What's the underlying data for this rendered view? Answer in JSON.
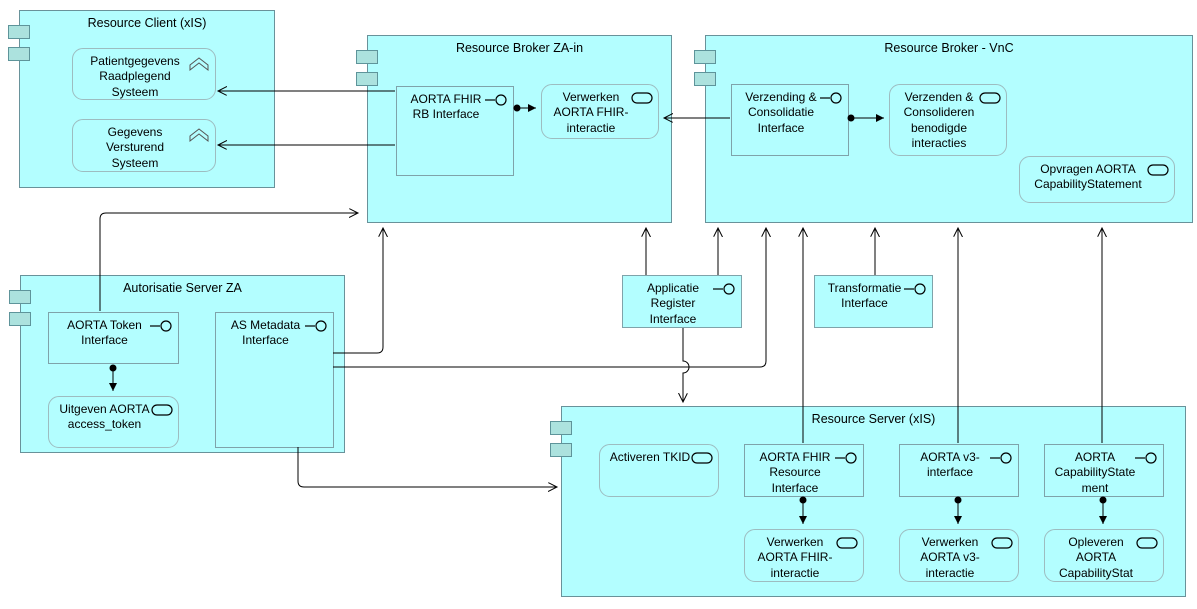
{
  "containers": {
    "resource_client": {
      "title": "Resource Client (xIS)",
      "icon": "component-icon"
    },
    "resource_broker_za_in": {
      "title": "Resource Broker ZA-in",
      "icon": "component-icon"
    },
    "resource_broker_vnc": {
      "title": "Resource Broker - VnC",
      "icon": "component-icon"
    },
    "autorisatie_server_za": {
      "title": "Autorisatie Server ZA",
      "icon": "component-icon"
    },
    "resource_server_xis": {
      "title": "Resource Server (xIS)",
      "icon": "component-icon"
    }
  },
  "nodes": {
    "patientgegevens": {
      "label": "Patientgegevens Raadplegend Systeem",
      "icon": "process-icon"
    },
    "gegevens_versturend": {
      "label": "Gegevens Versturend Systeem",
      "icon": "process-icon"
    },
    "aorta_fhir_rb_interface": {
      "label": "AORTA FHIR RB Interface",
      "icon": "interface-icon"
    },
    "verwerken_fhir_broker": {
      "label": "Verwerken AORTA FHIR-interactie",
      "icon": "service-icon"
    },
    "verzending_consolidatie": {
      "label": "Verzending & Consolidatie Interface",
      "icon": "interface-icon"
    },
    "verzenden_consolideren": {
      "label": "Verzenden & Consolideren benodigde interacties",
      "icon": "service-icon"
    },
    "opvragen_capabilitystatement": {
      "label": "Opvragen AORTA CapabilityStatement",
      "icon": "service-icon"
    },
    "aorta_token_interface": {
      "label": "AORTA Token Interface",
      "icon": "interface-icon"
    },
    "as_metadata_interface": {
      "label": "AS Metadata Interface",
      "icon": "interface-icon"
    },
    "uitgeven_access_token": {
      "label": "Uitgeven AORTA access_token",
      "icon": "service-icon"
    },
    "applicatie_register_interface": {
      "label": "Applicatie Register Interface",
      "icon": "interface-icon"
    },
    "transformatie_interface": {
      "label": "Transformatie Interface",
      "icon": "interface-icon"
    },
    "activeren_tkid": {
      "label": "Activeren TKID",
      "icon": "service-icon"
    },
    "aorta_fhir_resource_interface": {
      "label": "AORTA FHIR Resource Interface",
      "icon": "interface-icon"
    },
    "verwerken_fhir_server": {
      "label": "Verwerken AORTA FHIR-interactie",
      "icon": "service-icon"
    },
    "aorta_v3_interface": {
      "label": "AORTA v3-interface",
      "icon": "interface-icon"
    },
    "verwerken_v3": {
      "label": "Verwerken AORTA v3-interactie",
      "icon": "service-icon"
    },
    "aorta_capabilitystatement": {
      "label": "AORTA CapabilityStatement",
      "icon": "interface-icon"
    },
    "opleveren_capabilitystat": {
      "label": "Opleveren AORTA CapabilityStat",
      "icon": "service-icon"
    }
  },
  "connections": [
    {
      "from": "aorta_fhir_rb_interface",
      "to": "patientgegevens",
      "type": "serving"
    },
    {
      "from": "aorta_fhir_rb_interface",
      "to": "gegevens_versturend",
      "type": "serving"
    },
    {
      "from": "aorta_fhir_rb_interface",
      "to": "verwerken_fhir_broker",
      "type": "assignment"
    },
    {
      "from": "verzending_consolidatie",
      "to": "verwerken_fhir_broker",
      "type": "serving"
    },
    {
      "from": "verzending_consolidatie",
      "to": "verzenden_consolideren",
      "type": "assignment"
    },
    {
      "from": "aorta_token_interface",
      "to": "uitgeven_access_token",
      "type": "assignment"
    },
    {
      "from": "aorta_token_interface",
      "to": "resource_broker_za_in",
      "type": "serving"
    },
    {
      "from": "as_metadata_interface",
      "to": "resource_broker_za_in",
      "type": "serving"
    },
    {
      "from": "as_metadata_interface",
      "to": "resource_broker_vnc",
      "type": "serving"
    },
    {
      "from": "as_metadata_interface",
      "to": "resource_server_xis",
      "type": "serving"
    },
    {
      "from": "applicatie_register_interface",
      "to": "resource_broker_za_in",
      "type": "serving"
    },
    {
      "from": "applicatie_register_interface",
      "to": "resource_broker_vnc",
      "type": "serving"
    },
    {
      "from": "applicatie_register_interface",
      "to": "resource_server_xis",
      "type": "serving"
    },
    {
      "from": "aorta_fhir_resource_interface",
      "to": "resource_broker_vnc",
      "type": "serving"
    },
    {
      "from": "transformatie_interface",
      "to": "resource_broker_vnc",
      "type": "serving"
    },
    {
      "from": "aorta_v3_interface",
      "to": "resource_broker_vnc",
      "type": "serving"
    },
    {
      "from": "aorta_capabilitystatement",
      "to": "resource_broker_vnc",
      "type": "serving"
    },
    {
      "from": "aorta_fhir_resource_interface",
      "to": "verwerken_fhir_server",
      "type": "assignment"
    },
    {
      "from": "aorta_v3_interface",
      "to": "verwerken_v3",
      "type": "assignment"
    },
    {
      "from": "aorta_capabilitystatement",
      "to": "opleveren_capabilitystat",
      "type": "assignment"
    }
  ],
  "colors": {
    "node_fill": "#b3feff",
    "container_border": "#69929a",
    "component_icon_fill": "#ace2de",
    "line_color": "#000000"
  }
}
